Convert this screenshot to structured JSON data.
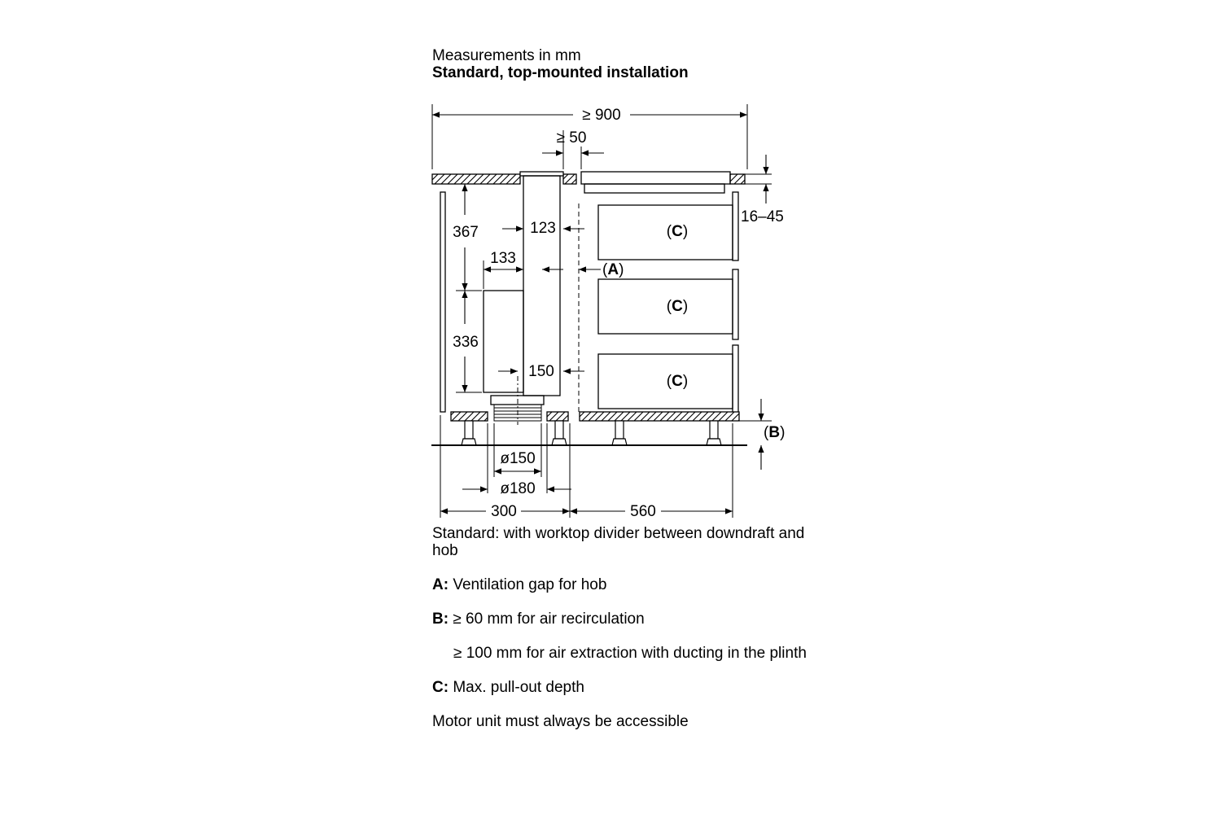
{
  "header": {
    "units_line": "Measurements in mm",
    "title": "Standard, top-mounted installation"
  },
  "dimensions": {
    "overall_width": "≥ 900",
    "gap_min": "≥ 50",
    "worktop_thickness": "16–45",
    "height_upper": "367",
    "motor_width": "133",
    "duct_depth_top": "123",
    "motor_height": "336",
    "duct_depth_bottom": "150",
    "duct_diameter_1": "ø150",
    "duct_diameter_2": "ø180",
    "left_cabinet_width": "300",
    "right_cabinet_width": "560"
  },
  "callouts": {
    "a_open": "(",
    "a_letter": "A",
    "a_close": ")",
    "b_open": "(",
    "b_letter": "B",
    "b_close": ")",
    "c_open": "(",
    "c_letter": "C",
    "c_close": ")"
  },
  "notes": {
    "intro": "Standard: with worktop divider between downdraft and hob",
    "a_label": "A:",
    "a_text": "Ventilation gap for hob",
    "b_label": "B:",
    "b_text": "≥ 60 mm for air recirculation",
    "b_text2": "≥ 100 mm for air extraction with ducting in the plinth",
    "c_label": "C:",
    "c_text": "Max. pull-out depth",
    "footer": "Motor unit must always be accessible"
  }
}
